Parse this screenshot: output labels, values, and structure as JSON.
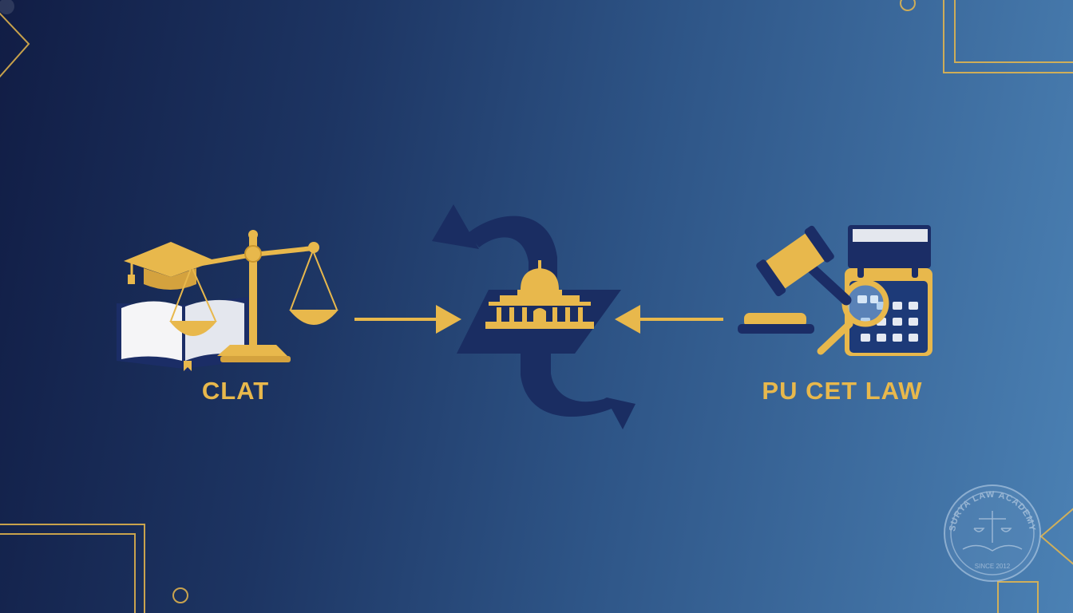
{
  "diagram": {
    "left_node": {
      "label": "CLAT",
      "icons": [
        "graduation-cap-icon",
        "open-book-icon",
        "scales-of-justice-icon"
      ]
    },
    "right_node": {
      "label": "PU CET LAW",
      "icons": [
        "gavel-icon",
        "law-book-icon",
        "calendar-icon",
        "magnifier-icon"
      ]
    },
    "center_node": {
      "icons": [
        "courthouse-dome-icon",
        "cycle-arrows-icon"
      ]
    },
    "connectors": [
      "arrow-clat-to-center",
      "arrow-pucet-to-center"
    ]
  },
  "seal": {
    "text": "SURYA LAW ACADEMY",
    "since": "SINCE 2012"
  },
  "colors": {
    "gold": "#e8b84c",
    "navy": "#1a2d62",
    "bg_dark": "#111d45",
    "bg_light": "#4b81b4"
  }
}
